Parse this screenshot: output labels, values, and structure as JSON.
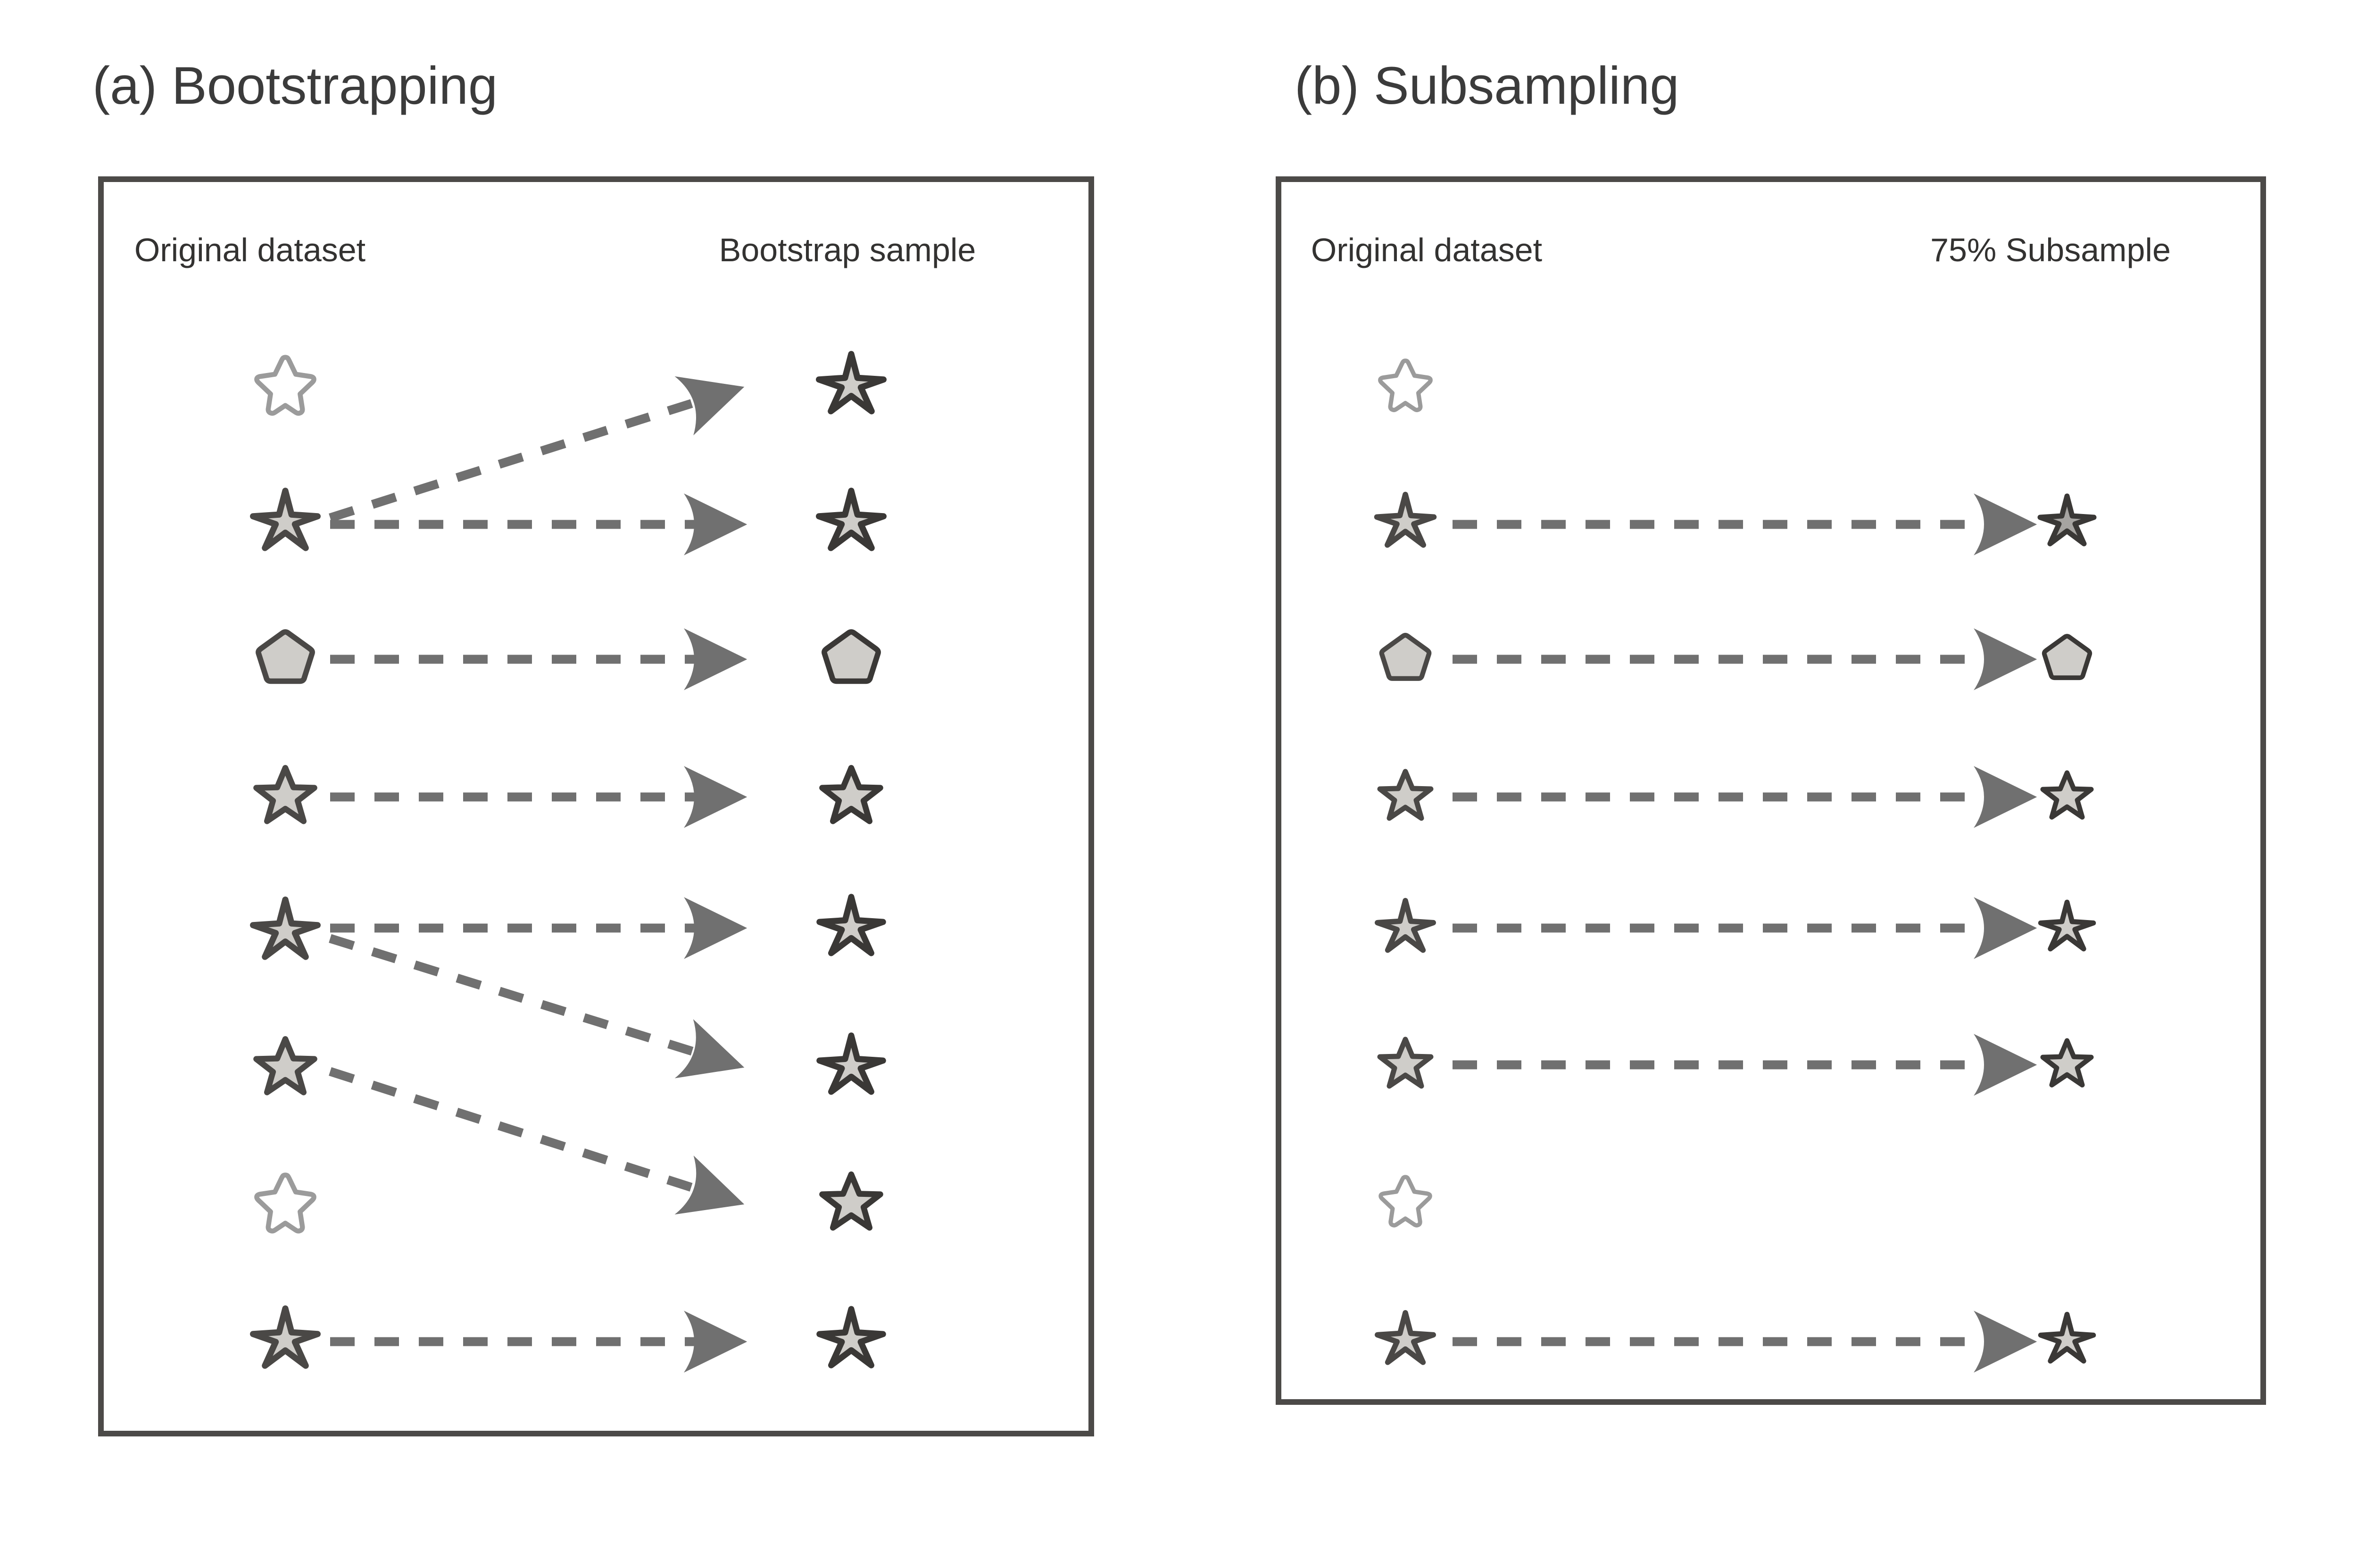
{
  "figure": {
    "type": "diagram",
    "description": "Two-panel schematic comparing bootstrap resampling with subsampling",
    "background": "#ffffff",
    "colors": {
      "title_text": "#3b3b3b",
      "header_text": "#333231",
      "panel_border": "#4c4a48",
      "arrow": "#707070",
      "shape_dark_stroke": "#4a4846",
      "shape_light_stroke": "#9b9b9b",
      "shape_fill_gray": "#cfcdc9",
      "shape_fill_darkgray": "#a6a4a1",
      "shape_fill_white": "#ffffff"
    }
  },
  "panels": [
    {
      "id": "a",
      "title": "(a) Bootstrapping",
      "left_header": "Original dataset",
      "right_header": "Bootstrap sample",
      "left_column": [
        {
          "row": 1,
          "shape": "star-outline-rounded",
          "fill": "#ffffff",
          "stroke": "#9b9b9b",
          "style": "rounded",
          "size": 118
        },
        {
          "row": 2,
          "shape": "star-spiky",
          "fill": "#cfcdc9",
          "stroke": "#4a4846",
          "style": "spiky",
          "size": 124
        },
        {
          "row": 3,
          "shape": "pentagon",
          "fill": "#cfcdc9",
          "stroke": "#4a4846",
          "style": "rounded",
          "size": 118
        },
        {
          "row": 4,
          "shape": "star-filled",
          "fill": "#cfcdc9",
          "stroke": "#4a4846",
          "style": "sharp",
          "size": 120
        },
        {
          "row": 5,
          "shape": "star-spiky",
          "fill": "#cfcdc9",
          "stroke": "#4a4846",
          "style": "spiky",
          "size": 124
        },
        {
          "row": 6,
          "shape": "star-filled",
          "fill": "#cfcdc9",
          "stroke": "#4a4846",
          "style": "sharp",
          "size": 120
        },
        {
          "row": 7,
          "shape": "star-outline-rounded",
          "fill": "#ffffff",
          "stroke": "#9b9b9b",
          "style": "rounded",
          "size": 118
        },
        {
          "row": 8,
          "shape": "star-spiky",
          "fill": "#cfcdc9",
          "stroke": "#4a4846",
          "style": "spiky",
          "size": 124
        }
      ],
      "right_column": [
        {
          "row": 1,
          "shape": "star-spiky",
          "fill": "#cfcdc9",
          "stroke": "#4a4846",
          "style": "spiky",
          "size": 124
        },
        {
          "row": 2,
          "shape": "star-spiky",
          "fill": "#cfcdc9",
          "stroke": "#4a4846",
          "style": "spiky",
          "size": 124
        },
        {
          "row": 3,
          "shape": "pentagon",
          "fill": "#cfcdc9",
          "stroke": "#4a4846",
          "style": "rounded",
          "size": 118
        },
        {
          "row": 4,
          "shape": "star-filled",
          "fill": "#cfcdc9",
          "stroke": "#4a4846",
          "style": "sharp",
          "size": 120
        },
        {
          "row": 5,
          "shape": "star-spiky",
          "fill": "#cfcdc9",
          "stroke": "#4a4846",
          "style": "spiky",
          "size": 122
        },
        {
          "row": 6,
          "shape": "star-spiky",
          "fill": "#cfcdc9",
          "stroke": "#4a4846",
          "style": "spiky",
          "size": 122
        },
        {
          "row": 7,
          "shape": "star-filled",
          "fill": "#cfcdc9",
          "stroke": "#4a4846",
          "style": "sharp",
          "size": 120
        },
        {
          "row": 8,
          "shape": "star-spiky",
          "fill": "#cfcdc9",
          "stroke": "#4a4846",
          "style": "spiky",
          "size": 122
        }
      ],
      "arrows": [
        {
          "from_row": 2,
          "to_row": 1,
          "label": "resample-duplicate"
        },
        {
          "from_row": 2,
          "to_row": 2,
          "label": "resample-straight"
        },
        {
          "from_row": 3,
          "to_row": 3,
          "label": "resample-straight"
        },
        {
          "from_row": 4,
          "to_row": 4,
          "label": "resample-straight"
        },
        {
          "from_row": 5,
          "to_row": 5,
          "label": "resample-straight"
        },
        {
          "from_row": 5,
          "to_row": 6,
          "label": "resample-duplicate"
        },
        {
          "from_row": 6,
          "to_row": 7,
          "label": "resample-duplicate"
        },
        {
          "from_row": 8,
          "to_row": 8,
          "label": "resample-straight"
        }
      ],
      "note": "Rows 1 and 7 of the original dataset are not drawn (omitted); some rows are duplicated in the bootstrap sample."
    },
    {
      "id": "b",
      "title": "(b) Subsampling",
      "left_header": "Original dataset",
      "right_header": "75% Subsample",
      "left_column": [
        {
          "row": 1,
          "shape": "star-outline-rounded",
          "fill": "#ffffff",
          "stroke": "#9b9b9b",
          "style": "rounded",
          "size": 104
        },
        {
          "row": 2,
          "shape": "star-spiky",
          "fill": "#cfcdc9",
          "stroke": "#4a4846",
          "style": "spiky",
          "size": 110
        },
        {
          "row": 3,
          "shape": "pentagon",
          "fill": "#cfcdc9",
          "stroke": "#4a4846",
          "style": "rounded",
          "size": 104
        },
        {
          "row": 4,
          "shape": "star-filled",
          "fill": "#cfcdc9",
          "stroke": "#4a4846",
          "style": "sharp",
          "size": 106
        },
        {
          "row": 5,
          "shape": "star-spiky",
          "fill": "#cfcdc9",
          "stroke": "#4a4846",
          "style": "spiky",
          "size": 108
        },
        {
          "row": 6,
          "shape": "star-filled",
          "fill": "#cfcdc9",
          "stroke": "#4a4846",
          "style": "sharp",
          "size": 106
        },
        {
          "row": 7,
          "shape": "star-outline-rounded",
          "fill": "#ffffff",
          "stroke": "#9b9b9b",
          "style": "rounded",
          "size": 102
        },
        {
          "row": 8,
          "shape": "star-spiky",
          "fill": "#cfcdc9",
          "stroke": "#4a4846",
          "style": "spiky",
          "size": 108
        }
      ],
      "right_column": [
        {
          "row": 2,
          "shape": "star-spiky",
          "fill": "#a6a4a1",
          "stroke": "#3a3836",
          "style": "spiky",
          "size": 104
        },
        {
          "row": 3,
          "shape": "pentagon",
          "fill": "#cfcdc9",
          "stroke": "#3a3836",
          "style": "rounded",
          "size": 100
        },
        {
          "row": 4,
          "shape": "star-filled",
          "fill": "#cfcdc9",
          "stroke": "#3a3836",
          "style": "sharp",
          "size": 100
        },
        {
          "row": 5,
          "shape": "star-spiky",
          "fill": "#cfcdc9",
          "stroke": "#3a3836",
          "style": "spiky",
          "size": 102
        },
        {
          "row": 6,
          "shape": "star-filled",
          "fill": "#cfcdc9",
          "stroke": "#3a3836",
          "style": "sharp",
          "size": 100
        },
        {
          "row": 8,
          "shape": "star-spiky",
          "fill": "#cfcdc9",
          "stroke": "#3a3836",
          "style": "spiky",
          "size": 102
        }
      ],
      "arrows": [
        {
          "from_row": 2,
          "to_row": 2,
          "label": "keep-straight"
        },
        {
          "from_row": 3,
          "to_row": 3,
          "label": "keep-straight"
        },
        {
          "from_row": 4,
          "to_row": 4,
          "label": "keep-straight"
        },
        {
          "from_row": 5,
          "to_row": 5,
          "label": "keep-straight"
        },
        {
          "from_row": 6,
          "to_row": 6,
          "label": "keep-straight"
        },
        {
          "from_row": 8,
          "to_row": 8,
          "label": "keep-straight"
        }
      ],
      "note": "Rows 1 and 7 are dropped from the subsample; each retained item appears exactly once."
    }
  ]
}
